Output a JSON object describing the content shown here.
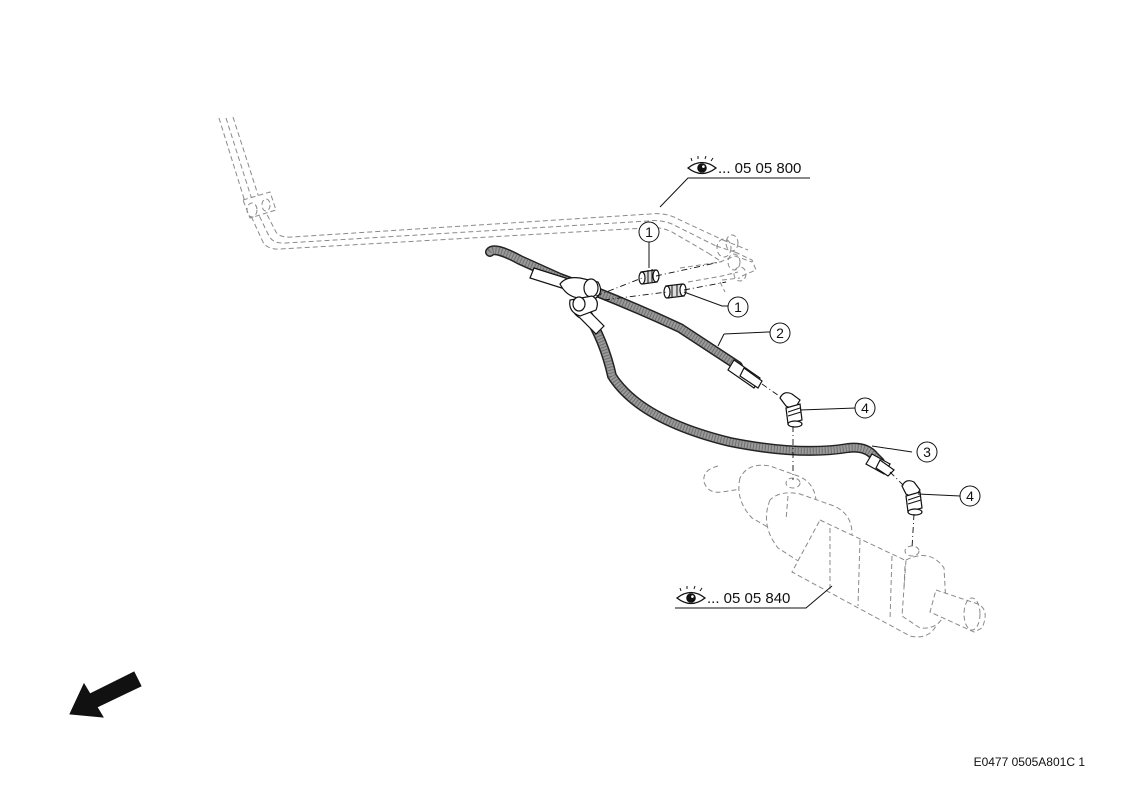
{
  "references": {
    "upper": "... 05 05 800",
    "lower": "... 05 05 840"
  },
  "callouts": {
    "c1a": "1",
    "c1b": "1",
    "c2": "2",
    "c3": "3",
    "c4a": "4",
    "c4b": "4"
  },
  "drawing_code": "E0477 0505A801C 1",
  "icons": {
    "reference": "eye-icon",
    "direction": "direction-arrow-icon"
  }
}
